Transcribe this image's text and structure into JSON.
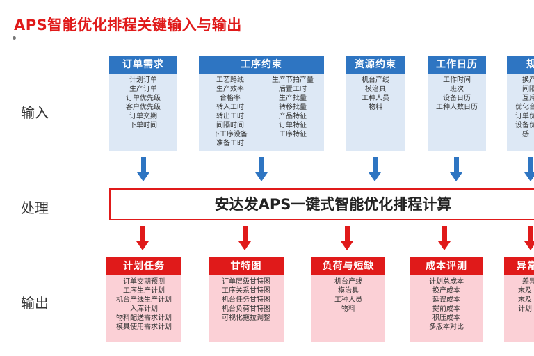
{
  "title": "APS智能优化排程关键输入与输出",
  "labels": {
    "input": "输入",
    "process": "处理",
    "output": "输出"
  },
  "process_box": "安达发APS一键式智能优化排程计算",
  "inputs": [
    {
      "title": "订单需求",
      "items": [
        "计划订单",
        "生产订单",
        "订单优先级",
        "客户优先级",
        "订单交期",
        "下单时间"
      ]
    },
    {
      "title": "工序约束",
      "left": [
        "工艺路线",
        "生产效率",
        "合格率",
        "转入工时",
        "转出工时",
        "间隔时间",
        "下工序设备",
        "准备工时"
      ],
      "right": [
        "生产节拍产量",
        "后置工时",
        "生产批量",
        "转移批量",
        "产品特征",
        "订单特征",
        "工序特征"
      ]
    },
    {
      "title": "资源约束",
      "items": [
        "机台产线",
        "模治具",
        "工种人员",
        "物料"
      ]
    },
    {
      "title": "工作日历",
      "items": [
        "工作时间",
        "班次",
        "设备日历",
        "工种人数日历"
      ]
    },
    {
      "title": "规",
      "items": [
        "换产",
        "间隔",
        "互斥",
        "优化台",
        "订单优",
        "设备优",
        "感"
      ]
    }
  ],
  "outputs": [
    {
      "title": "计划任务",
      "items": [
        "订单交期预测",
        "工序生产计划",
        "机台产线生产计划",
        "入库计划",
        "物料配送需求计划",
        "模具使用需求计划"
      ]
    },
    {
      "title": "甘特图",
      "items": [
        "订单层级甘特图",
        "工序关系甘特图",
        "机台任务甘特图",
        "机台负荷甘特图",
        "可视化拖拉调整"
      ]
    },
    {
      "title": "负荷与短缺",
      "items": [
        "机台产线",
        "模治具",
        "工种人员",
        "物料"
      ]
    },
    {
      "title": "成本评测",
      "items": [
        "计划总成本",
        "换产成本",
        "延误成本",
        "提前成本",
        "积压成本",
        "多版本对比"
      ]
    },
    {
      "title": "异常",
      "items": [
        "差异",
        "末及",
        "末及",
        "计划"
      ]
    }
  ],
  "colors": {
    "accent_red": "#e01a1a",
    "accent_blue": "#2e75c2",
    "input_body": "#dde8f5",
    "output_body": "#fbd0d6"
  }
}
